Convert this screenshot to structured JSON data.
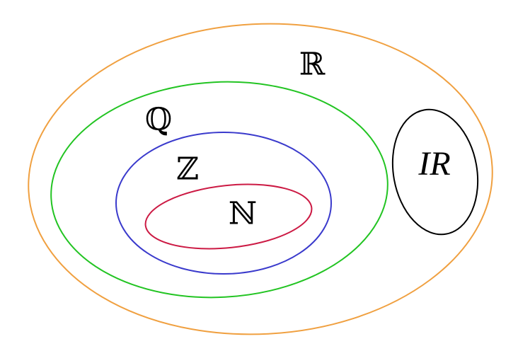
{
  "diagram": {
    "sets": [
      {
        "id": "real",
        "label": "ℝ",
        "color": "#f0a040"
      },
      {
        "id": "rational",
        "label": "ℚ",
        "color": "#22c422"
      },
      {
        "id": "integer",
        "label": "ℤ",
        "color": "#3a3acc"
      },
      {
        "id": "natural",
        "label": "ℕ",
        "color": "#cc1a44"
      },
      {
        "id": "irrational",
        "label": "IR",
        "color": "#000000"
      }
    ]
  }
}
